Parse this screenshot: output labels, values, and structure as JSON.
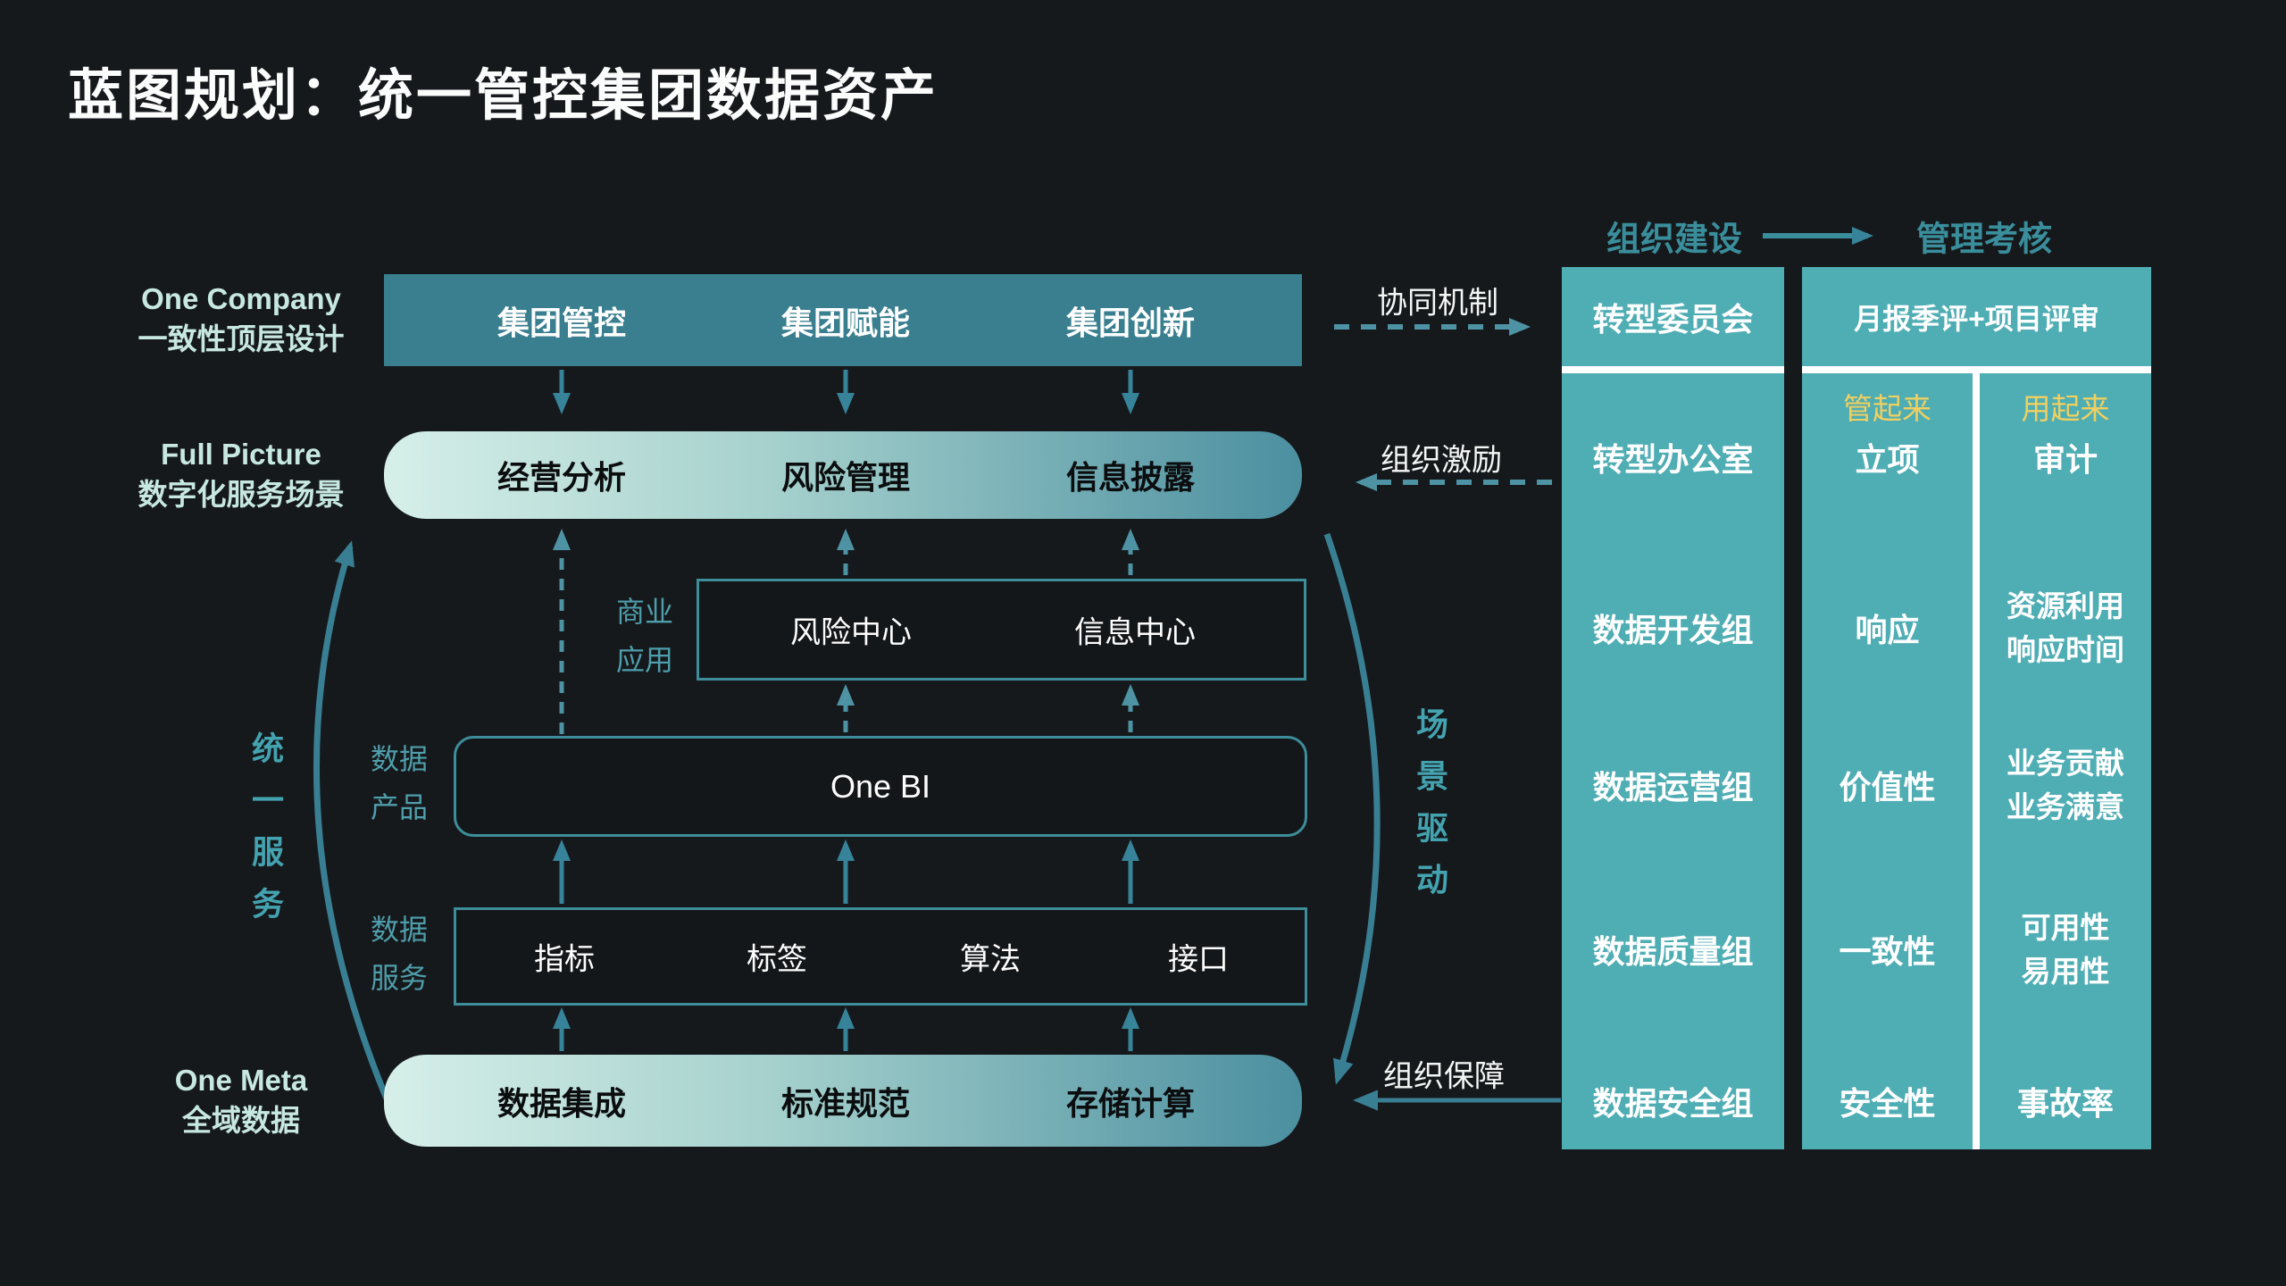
{
  "title": "蓝图规划：统一管控集团数据资产",
  "colors": {
    "background": "#16191c",
    "teal_bar": "#397f8f",
    "teal_panel": "#4fadb4",
    "teal_accent": "#3a8e9c",
    "gradient_left": "#d6efe9",
    "gradient_right": "#4b8fa0",
    "highlight_yellow": "#f0d060",
    "pale_mint_text": "#c7e8e0"
  },
  "left_labels": {
    "company": {
      "en": "One Company",
      "zh": "一致性顶层设计"
    },
    "picture": {
      "en": "Full Picture",
      "zh": "数字化服务场景"
    },
    "meta": {
      "en": "One Meta",
      "zh": "全域数据"
    }
  },
  "top_bar": {
    "items": [
      "集团管控",
      "集团赋能",
      "集团创新"
    ]
  },
  "scene_bar": {
    "items": [
      "经营分析",
      "风险管理",
      "信息披露"
    ]
  },
  "biz_app": {
    "label": {
      "line1": "商业",
      "line2": "应用"
    },
    "items": [
      "风险中心",
      "信息中心"
    ]
  },
  "data_product": {
    "label": {
      "line1": "数据",
      "line2": "产品"
    },
    "items": [
      "One BI"
    ]
  },
  "data_service": {
    "label": {
      "line1": "数据",
      "line2": "服务"
    },
    "items": [
      "指标",
      "标签",
      "算法",
      "接口"
    ]
  },
  "meta_bar": {
    "items": [
      "数据集成",
      "标准规范",
      "存储计算"
    ]
  },
  "arcs": {
    "left_label": "统一服务",
    "right_label": "场景驱动"
  },
  "connectors": {
    "top": "协同机制",
    "middle": "组织激励",
    "bottom": "组织保障"
  },
  "right_panel": {
    "header_left": "组织建设",
    "header_right": "管理考核",
    "org_column": [
      "转型委员会",
      "转型办公室",
      "数据开发组",
      "数据运营组",
      "数据质量组",
      "数据安全组"
    ],
    "assess_header": "月报季评+项目评审",
    "manage_column": {
      "tag": "管起来",
      "items": [
        "立项",
        "响应",
        "价值性",
        "一致性",
        "安全性"
      ]
    },
    "use_column": {
      "tag": "用起来",
      "items": [
        [
          "审计"
        ],
        [
          "资源利用",
          "响应时间"
        ],
        [
          "业务贡献",
          "业务满意"
        ],
        [
          "可用性",
          "易用性"
        ],
        [
          "事故率"
        ]
      ]
    }
  }
}
